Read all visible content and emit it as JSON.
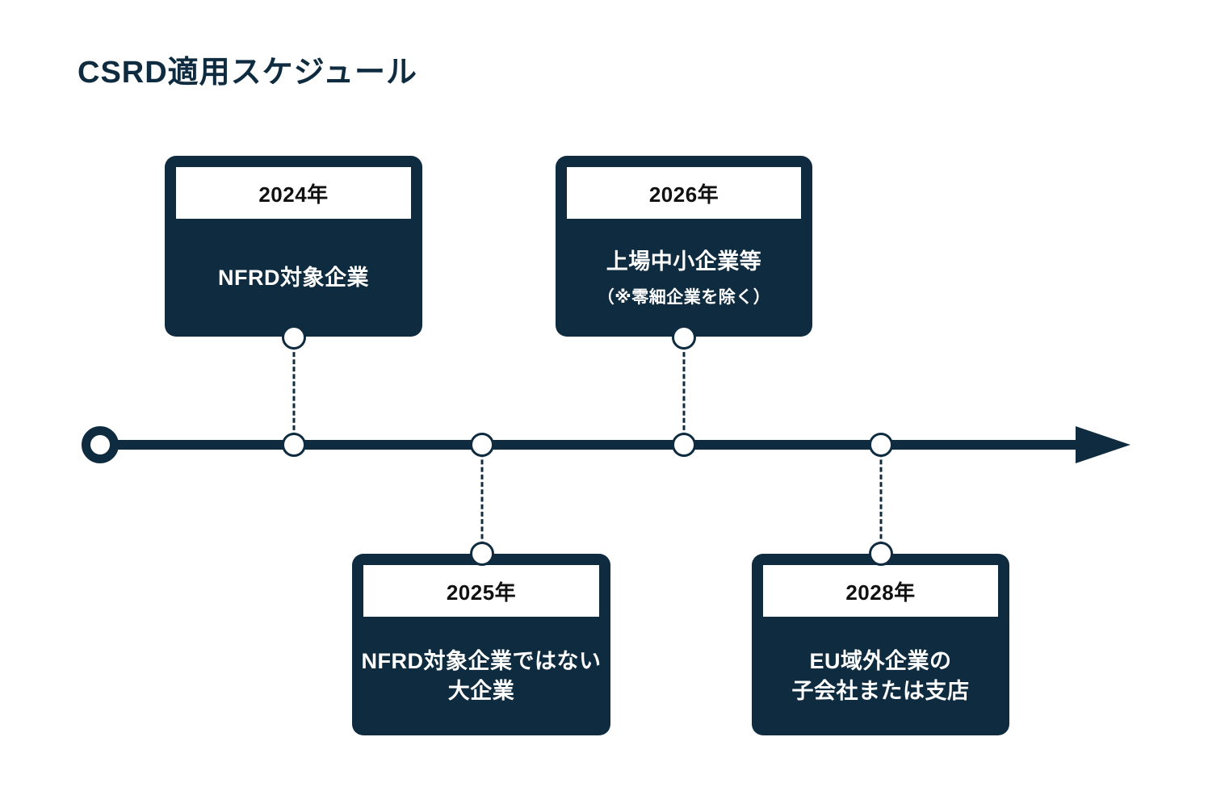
{
  "page": {
    "title": "CSRD適用スケジュール"
  },
  "colors": {
    "navy": "#0e2b40",
    "white": "#ffffff",
    "yearText": "#111111",
    "pageBg": "#ffffff"
  },
  "timeline": {
    "type": "horizontal-arrow-timeline",
    "direction": "left-to-right",
    "milestones": [
      {
        "year": "2024年",
        "label": "NFRD対象企業",
        "position": "above"
      },
      {
        "year": "2025年",
        "label": "NFRD対象企業ではない\n大企業",
        "position": "below"
      },
      {
        "year": "2026年",
        "label": "上場中小企業等",
        "note": "（※零細企業を除く）",
        "position": "above"
      },
      {
        "year": "2028年",
        "label": "EU域外企業の\n子会社または支店",
        "position": "below"
      }
    ]
  }
}
